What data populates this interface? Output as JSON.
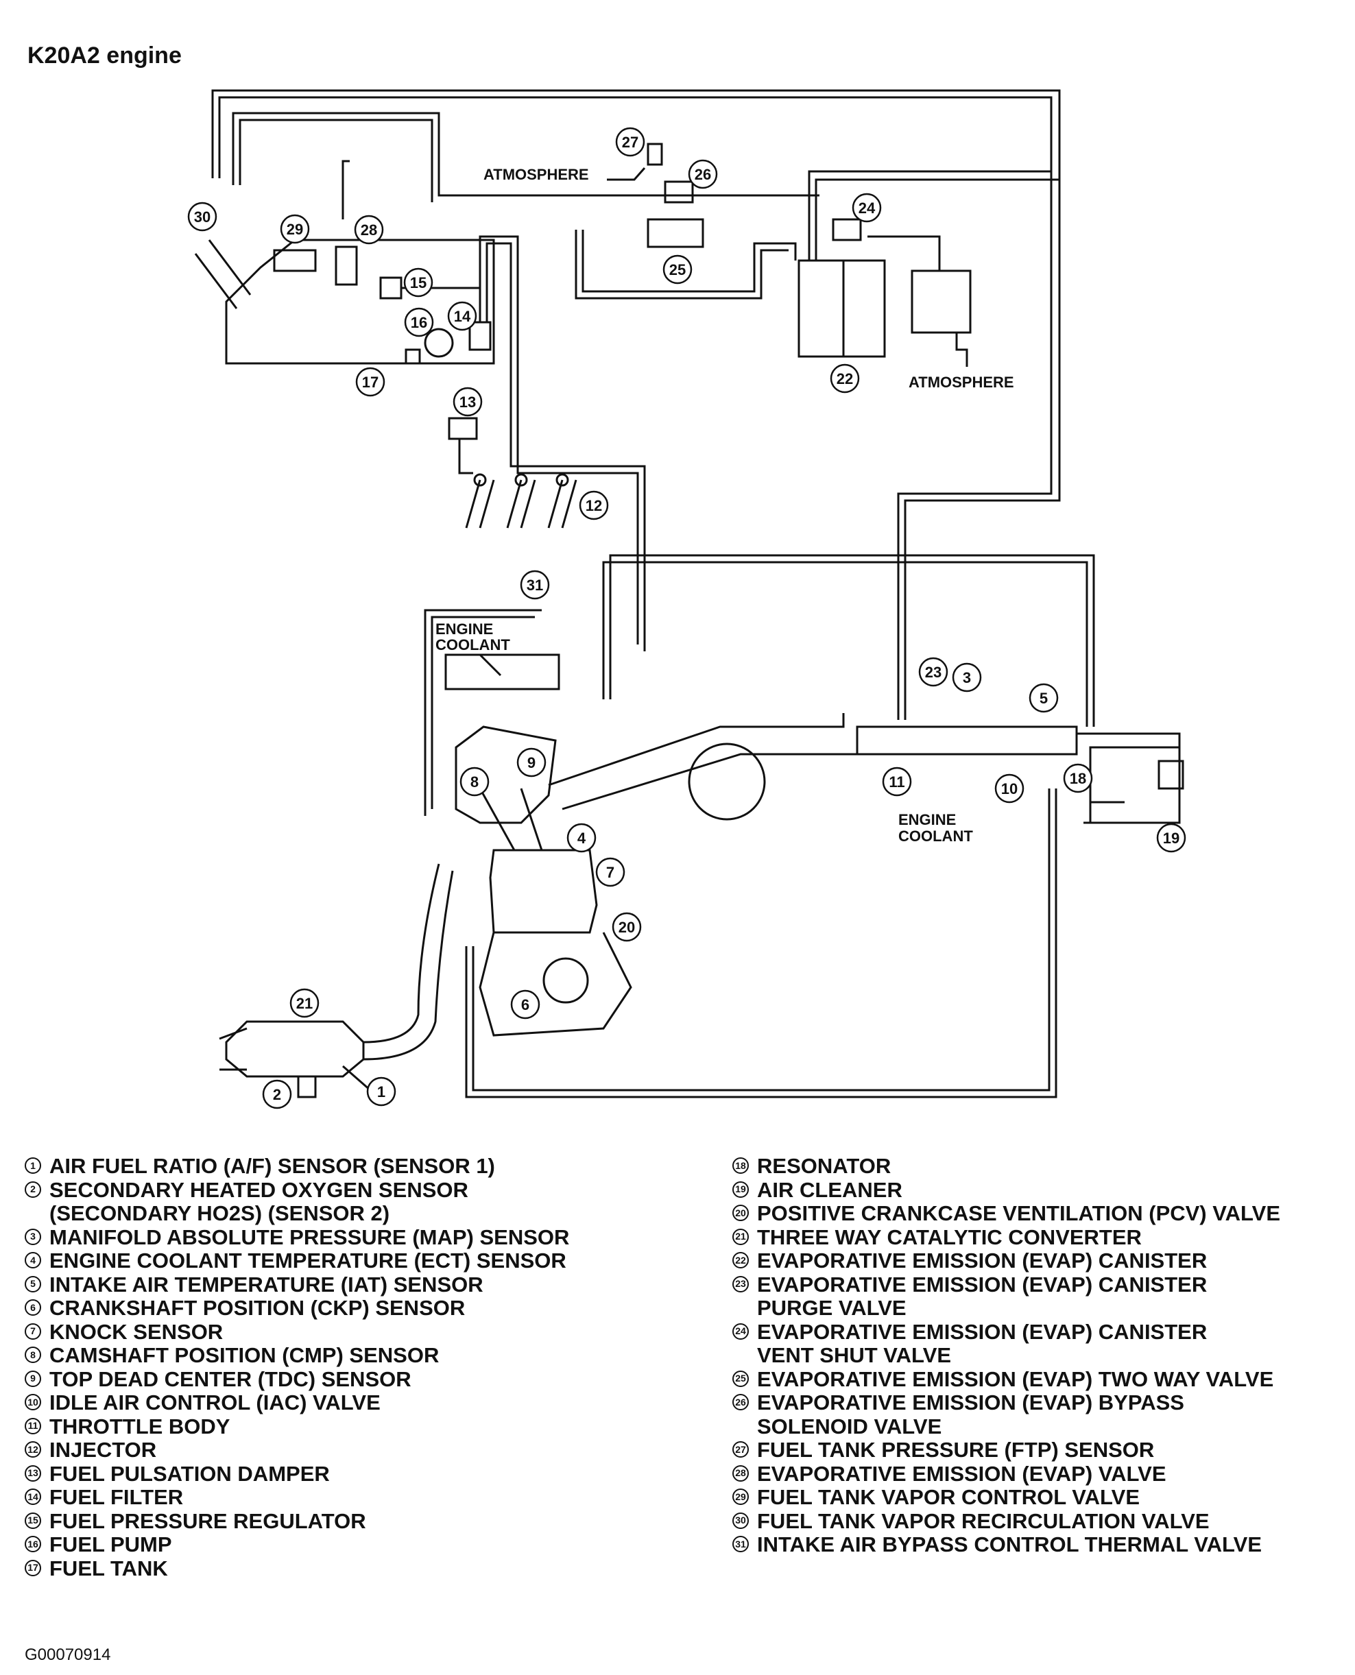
{
  "title": "K20A2 engine",
  "diagram_labels": {
    "atmosphere_top": "ATMOSPHERE",
    "atmosphere_right": "ATMOSPHERE",
    "engine_coolant_1": "ENGINE",
    "engine_coolant_1b": "COOLANT",
    "engine_coolant_2": "ENGINE",
    "engine_coolant_2b": "COOLANT"
  },
  "callouts": [
    "1",
    "2",
    "3",
    "4",
    "5",
    "6",
    "7",
    "8",
    "9",
    "10",
    "11",
    "12",
    "13",
    "14",
    "15",
    "16",
    "17",
    "18",
    "19",
    "20",
    "21",
    "22",
    "23",
    "24",
    "25",
    "26",
    "27",
    "28",
    "29",
    "30",
    "31"
  ],
  "legend_left": [
    {
      "num": "1",
      "text": "AIR FUEL RATIO (A/F) SENSOR (SENSOR 1)"
    },
    {
      "num": "2",
      "text": "SECONDARY HEATED OXYGEN SENSOR\n(SECONDARY HO2S) (SENSOR 2)"
    },
    {
      "num": "3",
      "text": "MANIFOLD ABSOLUTE PRESSURE (MAP) SENSOR"
    },
    {
      "num": "4",
      "text": "ENGINE COOLANT TEMPERATURE (ECT) SENSOR"
    },
    {
      "num": "5",
      "text": "INTAKE AIR TEMPERATURE (IAT) SENSOR"
    },
    {
      "num": "6",
      "text": "CRANKSHAFT POSITION (CKP) SENSOR"
    },
    {
      "num": "7",
      "text": "KNOCK SENSOR"
    },
    {
      "num": "8",
      "text": "CAMSHAFT POSITION (CMP) SENSOR"
    },
    {
      "num": "9",
      "text": "TOP DEAD CENTER (TDC) SENSOR"
    },
    {
      "num": "10",
      "text": "IDLE AIR CONTROL (IAC) VALVE"
    },
    {
      "num": "11",
      "text": "THROTTLE BODY"
    },
    {
      "num": "12",
      "text": "INJECTOR"
    },
    {
      "num": "13",
      "text": "FUEL PULSATION DAMPER"
    },
    {
      "num": "14",
      "text": "FUEL FILTER"
    },
    {
      "num": "15",
      "text": "FUEL PRESSURE REGULATOR"
    },
    {
      "num": "16",
      "text": "FUEL PUMP"
    },
    {
      "num": "17",
      "text": "FUEL TANK"
    }
  ],
  "legend_right": [
    {
      "num": "18",
      "text": "RESONATOR"
    },
    {
      "num": "19",
      "text": "AIR CLEANER"
    },
    {
      "num": "20",
      "text": "POSITIVE CRANKCASE VENTILATION (PCV) VALVE"
    },
    {
      "num": "21",
      "text": "THREE WAY CATALYTIC CONVERTER"
    },
    {
      "num": "22",
      "text": "EVAPORATIVE EMISSION (EVAP) CANISTER"
    },
    {
      "num": "23",
      "text": "EVAPORATIVE EMISSION (EVAP) CANISTER\nPURGE VALVE"
    },
    {
      "num": "24",
      "text": "EVAPORATIVE EMISSION (EVAP) CANISTER\nVENT SHUT VALVE"
    },
    {
      "num": "25",
      "text": "EVAPORATIVE EMISSION (EVAP) TWO WAY VALVE"
    },
    {
      "num": "26",
      "text": "EVAPORATIVE EMISSION (EVAP) BYPASS\nSOLENOID VALVE"
    },
    {
      "num": "27",
      "text": "FUEL TANK PRESSURE (FTP) SENSOR"
    },
    {
      "num": "28",
      "text": "EVAPORATIVE EMISSION (EVAP) VALVE"
    },
    {
      "num": "29",
      "text": "FUEL TANK VAPOR CONTROL VALVE"
    },
    {
      "num": "30",
      "text": "FUEL TANK VAPOR RECIRCULATION VALVE"
    },
    {
      "num": "31",
      "text": "INTAKE AIR BYPASS CONTROL THERMAL VALVE"
    }
  ],
  "figure_code": "G00070914"
}
